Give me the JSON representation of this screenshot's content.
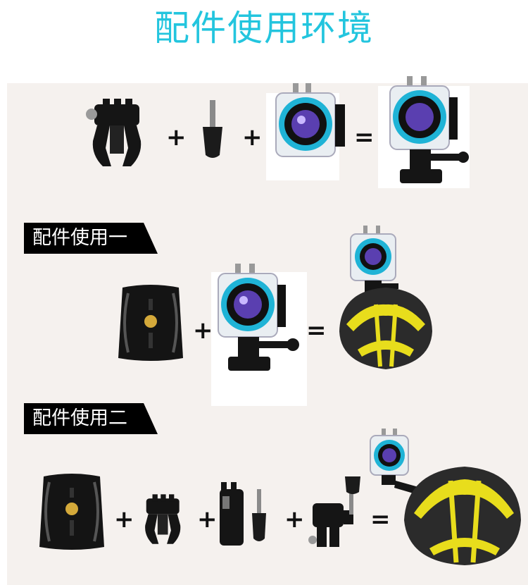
{
  "page": {
    "title": "配件使用环境"
  },
  "sections": [
    {
      "label": ""
    },
    {
      "label": "配件使用一"
    },
    {
      "label": "配件使用二"
    }
  ],
  "operators": {
    "plus": "+",
    "equals": "="
  },
  "colors": {
    "title": "#23c5de",
    "panel": "#f5f1ee",
    "camera_ring": "#1fb3d6",
    "lens": "#5a3fb0",
    "helmet_yellow": "#e8dd1c",
    "helmet_dark": "#2b2b2b",
    "mount_gold": "#d4a93a"
  },
  "icons": [
    "buckle-mount-icon",
    "thumb-screw-icon",
    "camera-housing-icon",
    "assembled-camera-icon",
    "curved-adhesive-mount-icon",
    "bike-helmet-icon",
    "extension-arm-icon",
    "pivot-arm-icon"
  ]
}
